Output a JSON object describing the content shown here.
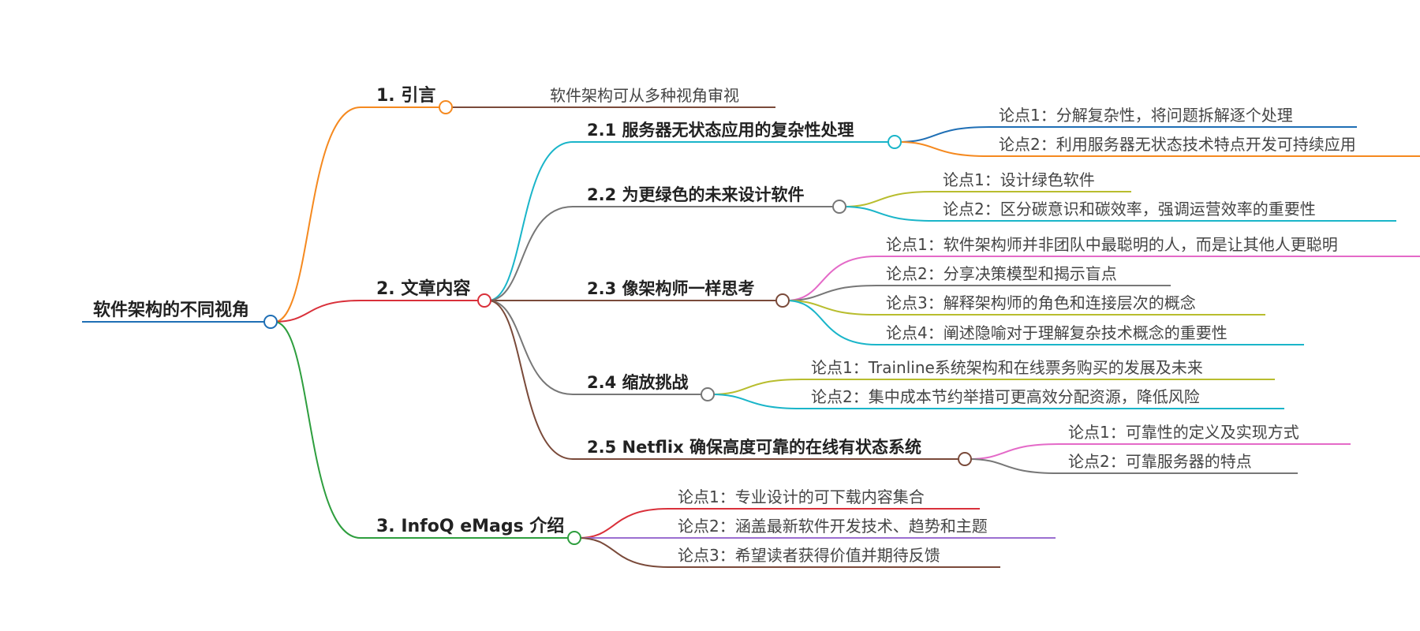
{
  "root": {
    "label": "软件架构的不同视角",
    "underline_color": "#1f6fb5",
    "circle_color": "#1f6fb5"
  },
  "sections": [
    {
      "id": "s1",
      "label": "1. 引言",
      "color": "#f5891f",
      "circle_color": "#f5891f",
      "leaves": [
        {
          "label": "软件架构可从多种视角审视",
          "color": "#7a4a3a"
        }
      ]
    },
    {
      "id": "s2",
      "label": "2. 文章内容",
      "color": "#d9303a",
      "circle_color": "#d9303a",
      "subsections": [
        {
          "id": "s2_1",
          "label": "2.1 服务器无状态应用的复杂性处理",
          "color": "#1ab5c9",
          "circle_color": "#1ab5c9",
          "leaves": [
            {
              "label": "论点1：分解复杂性，将问题拆解逐个处理",
              "color": "#1f6fb5"
            },
            {
              "label": "论点2：利用服务器无状态技术特点开发可持续应用",
              "color": "#f5891f"
            }
          ]
        },
        {
          "id": "s2_2",
          "label": "2.2 为更绿色的未来设计软件",
          "color": "#777777",
          "circle_color": "#777777",
          "leaves": [
            {
              "label": "论点1：设计绿色软件",
              "color": "#b8bd2e"
            },
            {
              "label": "论点2：区分碳意识和碳效率，强调运营效率的重要性",
              "color": "#1ab5c9"
            }
          ]
        },
        {
          "id": "s2_3",
          "label": "2.3 像架构师一样思考",
          "color": "#7a4a3a",
          "circle_color": "#7a4a3a",
          "leaves": [
            {
              "label": "论点1：软件架构师并非团队中最聪明的人，而是让其他人更聪明",
              "color": "#e46ac8"
            },
            {
              "label": "论点2：分享决策模型和揭示盲点",
              "color": "#777777"
            },
            {
              "label": "论点3：解释架构师的角色和连接层次的概念",
              "color": "#b8bd2e"
            },
            {
              "label": "论点4：阐述隐喻对于理解复杂技术概念的重要性",
              "color": "#1ab5c9"
            }
          ]
        },
        {
          "id": "s2_4",
          "label": "2.4 缩放挑战",
          "color": "#777777",
          "circle_color": "#777777",
          "leaves": [
            {
              "label": "论点1：Trainline系统架构和在线票务购买的发展及未来",
              "color": "#b8bd2e"
            },
            {
              "label": "论点2：集中成本节约举措可更高效分配资源，降低风险",
              "color": "#1ab5c9"
            }
          ]
        },
        {
          "id": "s2_5",
          "label": "2.5 Netflix 确保高度可靠的在线有状态系统",
          "color": "#7a4a3a",
          "circle_color": "#7a4a3a",
          "leaves": [
            {
              "label": "论点1：可靠性的定义及实现方式",
              "color": "#e46ac8"
            },
            {
              "label": "论点2：可靠服务器的特点",
              "color": "#777777"
            }
          ]
        }
      ]
    },
    {
      "id": "s3",
      "label": "3. InfoQ eMags 介绍",
      "color": "#2e9e3e",
      "circle_color": "#2e9e3e",
      "leaves": [
        {
          "label": "论点1：专业设计的可下载内容集合",
          "color": "#d9303a"
        },
        {
          "label": "论点2：涵盖最新软件开发技术、趋势和主题",
          "color": "#9b6fd1"
        },
        {
          "label": "论点3：希望读者获得价值并期待反馈",
          "color": "#7a4a3a"
        }
      ]
    }
  ]
}
